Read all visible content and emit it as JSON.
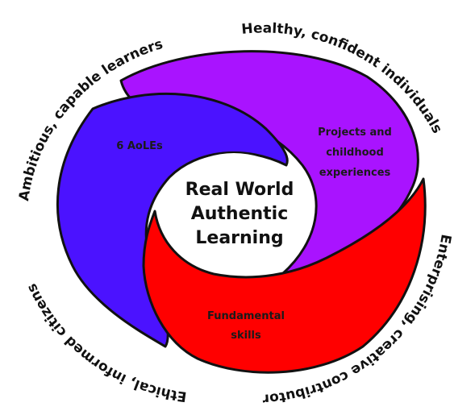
{
  "diagram": {
    "colors": {
      "purple": "#a913ff",
      "blue": "#4b12ff",
      "red": "#ff0000",
      "outline": "#111111",
      "center_fill": "#ffffff"
    },
    "outer_labels": {
      "top_left": "Ambitious, capable learners",
      "top_right": "Healthy, confident individuals",
      "bottom_right": "Enterprising, creative contributors",
      "bottom_left": "Ethical, informed citizens"
    },
    "segments": {
      "blue": {
        "label_line1": "6 AoLEs"
      },
      "purple": {
        "label_line1": "Projects and",
        "label_line2": "childhood",
        "label_line3": "experiences"
      },
      "red": {
        "label_line1": "Fundamental",
        "label_line2": "skills"
      }
    },
    "center": {
      "line1": "Real World",
      "line2": "Authentic",
      "line3": "Learning"
    }
  }
}
